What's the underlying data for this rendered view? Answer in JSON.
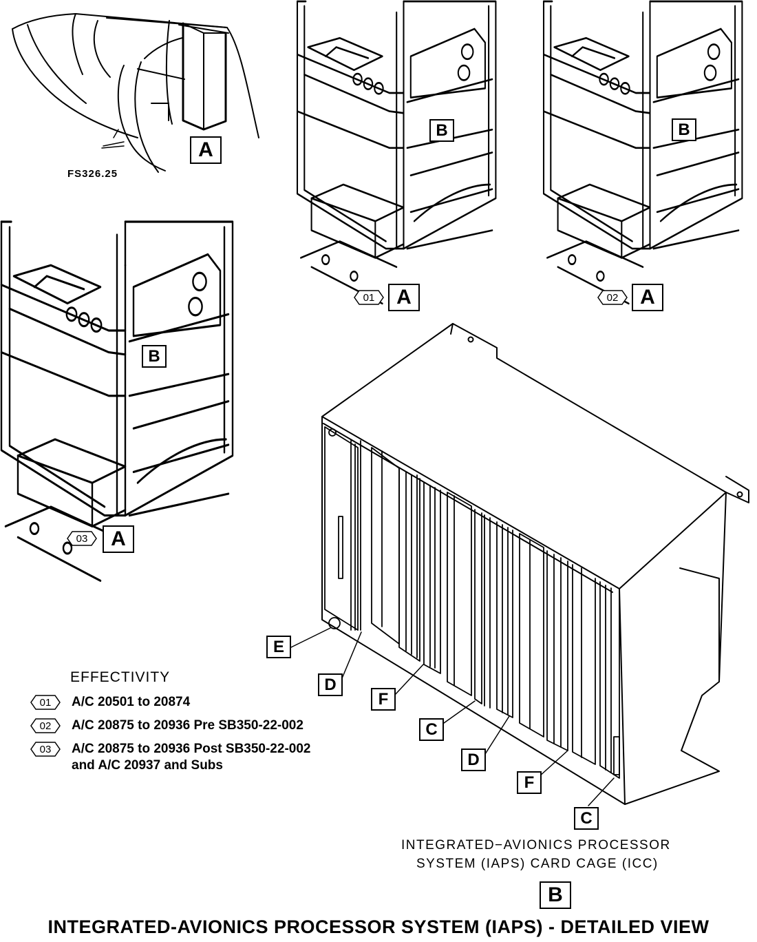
{
  "title": "INTEGRATED-AVIONICS PROCESSOR SYSTEM (IAPS) - DETAILED VIEW",
  "station_label": "FS326.25",
  "view_label_a": "A",
  "view_label_b": "B",
  "views": [
    {
      "code": "01",
      "label": "A"
    },
    {
      "code": "02",
      "label": "A"
    },
    {
      "code": "03",
      "label": "A"
    }
  ],
  "card_cage": {
    "caption_line1": "INTEGRATED−AVIONICS PROCESSOR",
    "caption_line2": "SYSTEM (IAPS) CARD CAGE (ICC)",
    "view_label": "B",
    "callouts": [
      "E",
      "D",
      "F",
      "C",
      "D",
      "F",
      "C"
    ]
  },
  "effectivity": {
    "heading": "EFFECTIVITY",
    "items": [
      {
        "code": "01",
        "lines": [
          "A/C 20501 to 20874"
        ]
      },
      {
        "code": "02",
        "lines": [
          "A/C 20875 to 20936 Pre SB350-22-002"
        ]
      },
      {
        "code": "03",
        "lines": [
          "A/C 20875 to 20936 Post SB350-22-002",
          "and A/C 20937 and Subs"
        ]
      }
    ]
  }
}
